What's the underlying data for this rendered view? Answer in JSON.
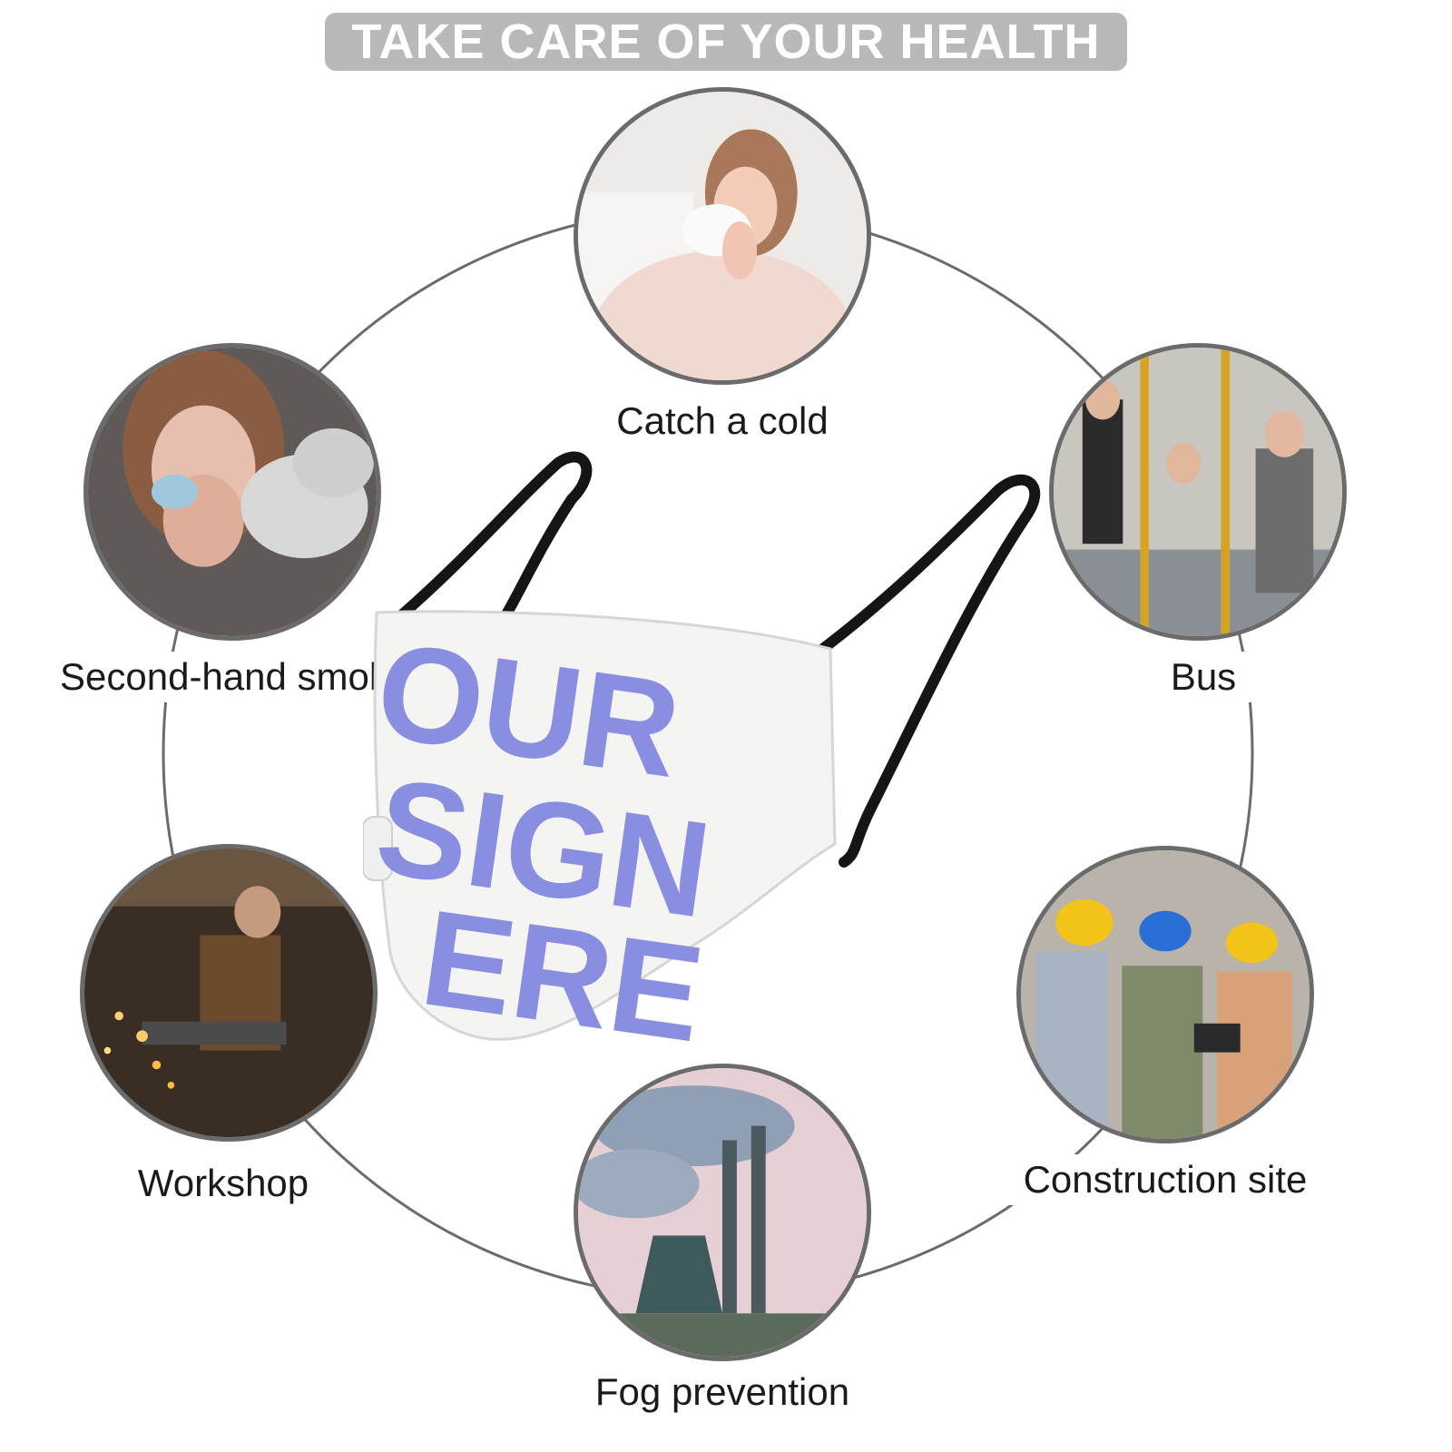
{
  "banner": {
    "title": "TAKE CARE OF YOUR HEALTH"
  },
  "scenes": {
    "cold": "Catch a cold",
    "smoke": "Second-hand smoke",
    "bus": "Bus",
    "workshop": "Workshop",
    "construction": "Construction site",
    "fog": "Fog prevention"
  },
  "mask": {
    "print_text": [
      "OUR",
      "SIGN",
      "ERE"
    ],
    "print_color": "#8a8ee0"
  },
  "colors": {
    "ring": "#6b6b6b",
    "banner_bg": "#b9b9b9",
    "banner_text": "#ffffff"
  }
}
